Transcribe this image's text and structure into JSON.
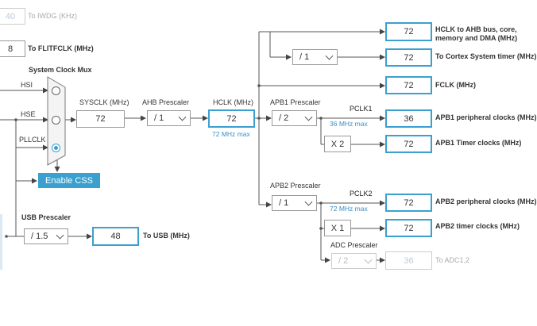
{
  "top": {
    "iwdg_value": "40",
    "iwdg_label": "To IWDG (KHz)",
    "flitf_value": "8",
    "flitf_label": "To FLITFCLK (MHz)"
  },
  "mux": {
    "title": "System Clock Mux",
    "hsi": "HSI",
    "hse": "HSE",
    "pllclk": "PLLCLK",
    "selected": "PLLCLK"
  },
  "enable_css": "Enable CSS",
  "sysclk": {
    "label": "SYSCLK (MHz)",
    "value": "72"
  },
  "ahb": {
    "label": "AHB Prescaler",
    "value": "/ 1"
  },
  "hclk": {
    "label": "HCLK (MHz)",
    "value": "72",
    "max": "72 MHz max"
  },
  "outputs": {
    "hclk_ahb_value": "72",
    "hclk_ahb_label_1": "HCLK to AHB bus, core,",
    "hclk_ahb_label_2": "memory and DMA (MHz)",
    "cortex_div": "/ 1",
    "cortex_value": "72",
    "cortex_label": "To Cortex System timer (MHz)",
    "fclk_value": "72",
    "fclk_label": "FCLK (MHz)"
  },
  "apb1": {
    "label": "APB1 Prescaler",
    "value": "/ 2",
    "pclk": "PCLK1",
    "max": "36 MHz max",
    "periph_value": "36",
    "periph_label": "APB1 peripheral clocks (MHz)",
    "timer_mult": "X 2",
    "timer_value": "72",
    "timer_label": "APB1 Timer clocks (MHz)"
  },
  "apb2": {
    "label": "APB2 Prescaler",
    "value": "/ 1",
    "pclk": "PCLK2",
    "max": "72 MHz max",
    "periph_value": "72",
    "periph_label": "APB2 peripheral clocks (MHz)",
    "timer_mult": "X 1",
    "timer_value": "72",
    "timer_label": "APB2 timer clocks (MHz)"
  },
  "adc": {
    "label": "ADC Prescaler",
    "value": "/ 2",
    "out_value": "36",
    "out_label": "To ADC1,2"
  },
  "usb": {
    "label": "USB Prescaler",
    "value": "/ 1.5",
    "out_value": "48",
    "out_label": "To USB (MHz)"
  }
}
